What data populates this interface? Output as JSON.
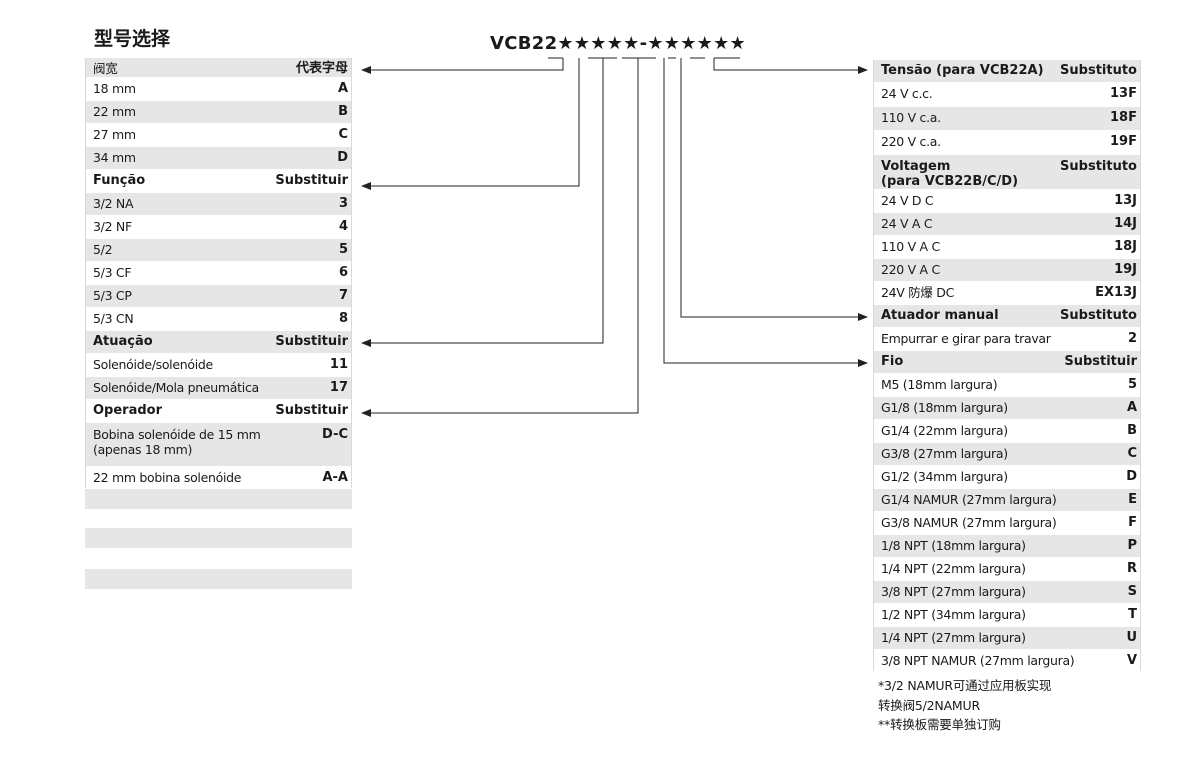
{
  "heading": "型号选择",
  "model_code": "VCB22★★★★★-★★★★★★",
  "left_table": [
    {
      "label": "阀宽",
      "code": "代表字母",
      "header": false,
      "shade": "g",
      "h": 20
    },
    {
      "label": "18 mm",
      "code": "A",
      "header": false,
      "shade": "w",
      "h": 23
    },
    {
      "label": "22 mm",
      "code": "B",
      "header": false,
      "shade": "g",
      "h": 23
    },
    {
      "label": "27 mm",
      "code": "C",
      "header": false,
      "shade": "w",
      "h": 23
    },
    {
      "label": "34 mm",
      "code": "D",
      "header": false,
      "shade": "g",
      "h": 23
    },
    {
      "label": "Função",
      "code": "Substituir",
      "header": true,
      "shade": "w",
      "h": 23
    },
    {
      "label": "3/2 NA",
      "code": "3",
      "header": false,
      "shade": "g",
      "h": 23
    },
    {
      "label": "3/2 NF",
      "code": "4",
      "header": false,
      "shade": "w",
      "h": 23
    },
    {
      "label": "5/2",
      "code": "5",
      "header": false,
      "shade": "g",
      "h": 23
    },
    {
      "label": "5/3 CF",
      "code": "6",
      "header": false,
      "shade": "w",
      "h": 23
    },
    {
      "label": "5/3 CP",
      "code": "7",
      "header": false,
      "shade": "g",
      "h": 23
    },
    {
      "label": "5/3 CN",
      "code": "8",
      "header": false,
      "shade": "w",
      "h": 23
    },
    {
      "label": "Atuação",
      "code": "Substituir",
      "header": true,
      "shade": "g",
      "h": 23
    },
    {
      "label": "Solenóide/solenóide",
      "code": "11",
      "header": false,
      "shade": "w",
      "h": 23
    },
    {
      "label": "Solenóide/Mola pneumática",
      "code": "17",
      "header": false,
      "shade": "g",
      "h": 23
    },
    {
      "label": "Operador",
      "code": "Substituir",
      "header": true,
      "shade": "w",
      "h": 23
    },
    {
      "label": "Bobina solenóide de 15 mm\n(apenas 18 mm)",
      "code": "D-C",
      "header": false,
      "shade": "g",
      "h": 44
    },
    {
      "label": "22 mm bobina solenóide",
      "code": "A-A",
      "header": false,
      "shade": "w",
      "h": 23
    }
  ],
  "right_table": [
    {
      "label": "Tensão (para VCB22A)",
      "code": "Substituto",
      "header": true,
      "shade": "g",
      "h": 23
    },
    {
      "label": "24 V c.c.",
      "code": "13F",
      "header": false,
      "shade": "w",
      "h": 24
    },
    {
      "label": "110 V c.a.",
      "code": "18F",
      "header": false,
      "shade": "g",
      "h": 24
    },
    {
      "label": "220 V c.a.",
      "code": "19F",
      "header": false,
      "shade": "w",
      "h": 24
    },
    {
      "label": "Voltagem\n(para VCB22B/C/D)",
      "code": "Substituto",
      "header": true,
      "shade": "g",
      "h": 35
    },
    {
      "label": "24 V D C",
      "code": "13J",
      "header": false,
      "shade": "w",
      "h": 23
    },
    {
      "label": "24 V A C",
      "code": "14J",
      "header": false,
      "shade": "g",
      "h": 23
    },
    {
      "label": "110 V A C",
      "code": "18J",
      "header": false,
      "shade": "w",
      "h": 23
    },
    {
      "label": "220 V A C",
      "code": "19J",
      "header": false,
      "shade": "g",
      "h": 23
    },
    {
      "label": "24V 防爆 DC",
      "code": "EX13J",
      "header": false,
      "shade": "w",
      "h": 23
    },
    {
      "label": "Atuador manual",
      "code": "Substituto",
      "header": true,
      "shade": "g",
      "h": 23
    },
    {
      "label": "Empurrar e girar para travar",
      "code": "2",
      "header": false,
      "shade": "w",
      "h": 23
    },
    {
      "label": "Fio",
      "code": "Substituir",
      "header": true,
      "shade": "g",
      "h": 23
    },
    {
      "label": "M5 (18mm largura)",
      "code": "5",
      "header": false,
      "shade": "w",
      "h": 23
    },
    {
      "label": "G1/8 (18mm largura)",
      "code": "A",
      "header": false,
      "shade": "g",
      "h": 23
    },
    {
      "label": "G1/4 (22mm largura)",
      "code": "B",
      "header": false,
      "shade": "w",
      "h": 23
    },
    {
      "label": "G3/8 (27mm largura)",
      "code": "C",
      "header": false,
      "shade": "g",
      "h": 23
    },
    {
      "label": "G1/2 (34mm largura)",
      "code": "D",
      "header": false,
      "shade": "w",
      "h": 23
    },
    {
      "label": "G1/4 NAMUR (27mm largura)",
      "code": "E",
      "header": false,
      "shade": "g",
      "h": 23
    },
    {
      "label": "G3/8 NAMUR (27mm largura)",
      "code": "F",
      "header": false,
      "shade": "w",
      "h": 23
    },
    {
      "label": "1/8 NPT (18mm largura)",
      "code": "P",
      "header": false,
      "shade": "g",
      "h": 23
    },
    {
      "label": "1/4 NPT (22mm largura)",
      "code": "R",
      "header": false,
      "shade": "w",
      "h": 23
    },
    {
      "label": "3/8 NPT (27mm largura)",
      "code": "S",
      "header": false,
      "shade": "g",
      "h": 23
    },
    {
      "label": "1/2 NPT (34mm largura)",
      "code": "T",
      "header": false,
      "shade": "w",
      "h": 23
    },
    {
      "label": "1/4 NPT (27mm largura)",
      "code": "U",
      "header": false,
      "shade": "g",
      "h": 23
    },
    {
      "label": "3/8 NPT NAMUR (27mm largura)",
      "code": "V",
      "header": false,
      "shade": "w",
      "h": 23
    }
  ],
  "notes": [
    "*3/2 NAMUR可通过应用板实现",
    "转换阀5/2NAMUR",
    "**转换板需要单独订购"
  ]
}
